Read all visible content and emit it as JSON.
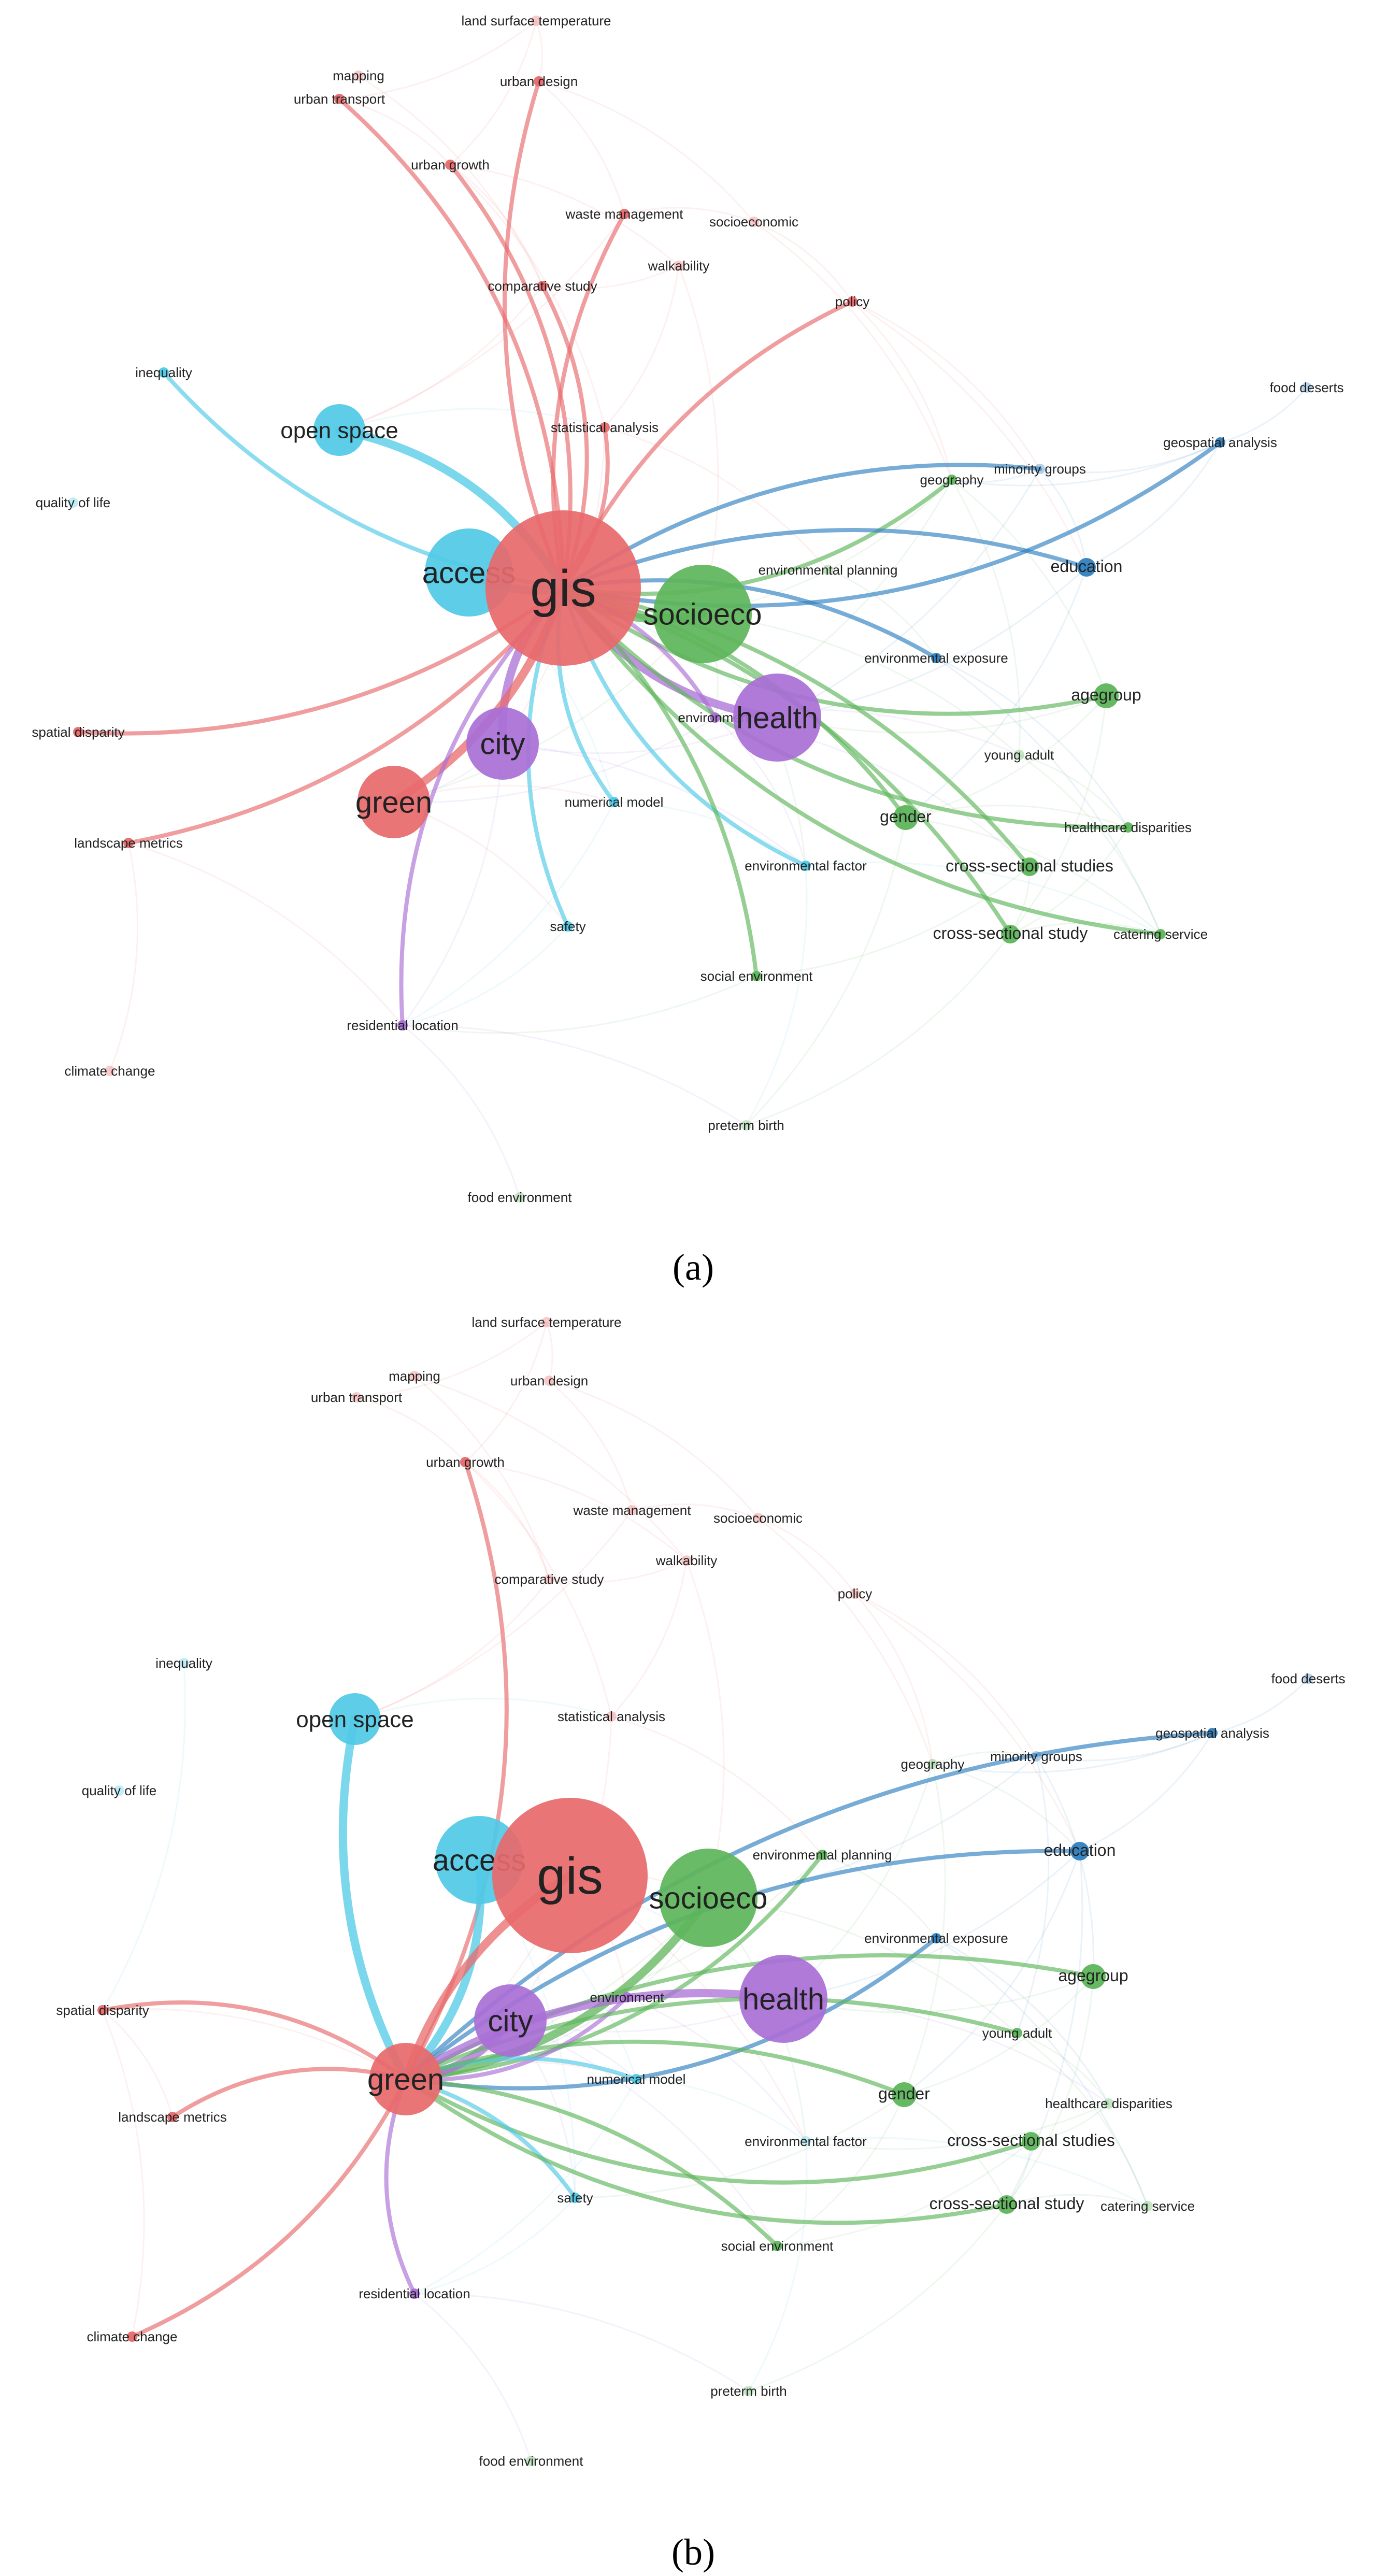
{
  "panels": [
    {
      "id": "a",
      "label": "(a)",
      "focus_node": "gis",
      "nodes": [
        {
          "id": "land_surface_temperature",
          "label": "land surface temperature",
          "cluster": "red",
          "weight": 1,
          "faded": true
        },
        {
          "id": "mapping",
          "label": "mapping",
          "cluster": "red",
          "weight": 1,
          "faded": true
        },
        {
          "id": "urban_design",
          "label": "urban design",
          "cluster": "red",
          "weight": 2
        },
        {
          "id": "urban_transport",
          "label": "urban transport",
          "cluster": "red",
          "weight": 2
        },
        {
          "id": "urban_growth",
          "label": "urban growth",
          "cluster": "red",
          "weight": 2
        },
        {
          "id": "waste_management",
          "label": "waste management",
          "cluster": "red",
          "weight": 2
        },
        {
          "id": "socioeconomic",
          "label": "socioeconomic",
          "cluster": "red",
          "weight": 1,
          "faded": true
        },
        {
          "id": "walkability",
          "label": "walkability",
          "cluster": "red",
          "weight": 1,
          "faded": true
        },
        {
          "id": "comparative_study",
          "label": "comparative study",
          "cluster": "red",
          "weight": 2
        },
        {
          "id": "policy",
          "label": "policy",
          "cluster": "red",
          "weight": 2
        },
        {
          "id": "inequality",
          "label": "inequality",
          "cluster": "cyan",
          "weight": 2
        },
        {
          "id": "food_deserts",
          "label": "food deserts",
          "cluster": "blue",
          "weight": 1,
          "faded": true
        },
        {
          "id": "geospatial_analysis",
          "label": "geospatial analysis",
          "cluster": "blue",
          "weight": 2
        },
        {
          "id": "open_space",
          "label": "open space",
          "cluster": "cyan",
          "weight": 6
        },
        {
          "id": "statistical_analysis",
          "label": "statistical analysis",
          "cluster": "red",
          "weight": 2
        },
        {
          "id": "minority_groups",
          "label": "minority groups",
          "cluster": "blue",
          "weight": 2,
          "faded": true
        },
        {
          "id": "geography",
          "label": "geography",
          "cluster": "green",
          "weight": 2
        },
        {
          "id": "quality_of_life",
          "label": "quality of life",
          "cluster": "cyan",
          "weight": 1,
          "faded": true
        },
        {
          "id": "access",
          "label": "access",
          "cluster": "cyan",
          "weight": 10
        },
        {
          "id": "gis",
          "label": "gis",
          "cluster": "red",
          "weight": 22
        },
        {
          "id": "environmental_planning",
          "label": "environmental planning",
          "cluster": "green",
          "weight": 1,
          "faded": true
        },
        {
          "id": "education",
          "label": "education",
          "cluster": "blue",
          "weight": 3
        },
        {
          "id": "socioeco",
          "label": "socioeco",
          "cluster": "green",
          "weight": 13
        },
        {
          "id": "environmental_exposure",
          "label": "environmental exposure",
          "cluster": "blue",
          "weight": 2
        },
        {
          "id": "agegroup",
          "label": "agegroup",
          "cluster": "green",
          "weight": 4
        },
        {
          "id": "environment",
          "label": "environment",
          "cluster": "purple",
          "weight": 2
        },
        {
          "id": "health",
          "label": "health",
          "cluster": "purple",
          "weight": 11
        },
        {
          "id": "spatial_disparity",
          "label": "spatial disparity",
          "cluster": "red",
          "weight": 2
        },
        {
          "id": "city",
          "label": "city",
          "cluster": "purple",
          "weight": 9
        },
        {
          "id": "young_adult",
          "label": "young adult",
          "cluster": "green",
          "weight": 1,
          "faded": true
        },
        {
          "id": "green",
          "label": "green",
          "cluster": "red",
          "weight": 9
        },
        {
          "id": "numerical_model",
          "label": "numerical model",
          "cluster": "cyan",
          "weight": 2
        },
        {
          "id": "gender",
          "label": "gender",
          "cluster": "green",
          "weight": 4
        },
        {
          "id": "healthcare_disparities",
          "label": "healthcare disparities",
          "cluster": "green",
          "weight": 2
        },
        {
          "id": "landscape_metrics",
          "label": "landscape metrics",
          "cluster": "red",
          "weight": 2
        },
        {
          "id": "environmental_factor",
          "label": "environmental factor",
          "cluster": "cyan",
          "weight": 2
        },
        {
          "id": "cross_sectional_studies",
          "label": "cross-sectional studies",
          "cluster": "green",
          "weight": 3
        },
        {
          "id": "safety",
          "label": "safety",
          "cluster": "cyan",
          "weight": 2
        },
        {
          "id": "cross_sectional_study",
          "label": "cross-sectional study",
          "cluster": "green",
          "weight": 3
        },
        {
          "id": "catering_service",
          "label": "catering service",
          "cluster": "green",
          "weight": 2
        },
        {
          "id": "social_environment",
          "label": "social environment",
          "cluster": "green",
          "weight": 2
        },
        {
          "id": "residential_location",
          "label": "residential location",
          "cluster": "purple",
          "weight": 2
        },
        {
          "id": "climate_change",
          "label": "climate change",
          "cluster": "red",
          "weight": 1,
          "faded": true
        },
        {
          "id": "preterm_birth",
          "label": "preterm birth",
          "cluster": "green",
          "weight": 1,
          "faded": true
        },
        {
          "id": "food_environment",
          "label": "food environment",
          "cluster": "green",
          "weight": 1,
          "faded": true
        }
      ],
      "links": [
        {
          "source": "gis",
          "target": "urban_transport"
        },
        {
          "source": "gis",
          "target": "urban_design"
        },
        {
          "source": "gis",
          "target": "urban_growth"
        },
        {
          "source": "gis",
          "target": "waste_management"
        },
        {
          "source": "gis",
          "target": "comparative_study"
        },
        {
          "source": "gis",
          "target": "policy"
        },
        {
          "source": "gis",
          "target": "statistical_analysis"
        },
        {
          "source": "gis",
          "target": "inequality"
        },
        {
          "source": "gis",
          "target": "open_space"
        },
        {
          "source": "gis",
          "target": "access"
        },
        {
          "source": "gis",
          "target": "geospatial_analysis"
        },
        {
          "source": "gis",
          "target": "minority_groups"
        },
        {
          "source": "gis",
          "target": "geography"
        },
        {
          "source": "gis",
          "target": "education"
        },
        {
          "source": "gis",
          "target": "socioeco"
        },
        {
          "source": "gis",
          "target": "environmental_exposure"
        },
        {
          "source": "gis",
          "target": "agegroup"
        },
        {
          "source": "gis",
          "target": "environment"
        },
        {
          "source": "gis",
          "target": "health"
        },
        {
          "source": "gis",
          "target": "spatial_disparity"
        },
        {
          "source": "gis",
          "target": "city"
        },
        {
          "source": "gis",
          "target": "green"
        },
        {
          "source": "gis",
          "target": "numerical_model"
        },
        {
          "source": "gis",
          "target": "gender"
        },
        {
          "source": "gis",
          "target": "healthcare_disparities"
        },
        {
          "source": "gis",
          "target": "landscape_metrics"
        },
        {
          "source": "gis",
          "target": "environmental_factor"
        },
        {
          "source": "gis",
          "target": "cross_sectional_studies"
        },
        {
          "source": "gis",
          "target": "safety"
        },
        {
          "source": "gis",
          "target": "cross_sectional_study"
        },
        {
          "source": "gis",
          "target": "catering_service"
        },
        {
          "source": "gis",
          "target": "social_environment"
        },
        {
          "source": "gis",
          "target": "residential_location"
        }
      ]
    },
    {
      "id": "b",
      "label": "(b)",
      "focus_node": "green",
      "nodes": [
        {
          "id": "land_surface_temperature",
          "label": "land surface temperature",
          "cluster": "red",
          "weight": 1,
          "faded": true
        },
        {
          "id": "mapping",
          "label": "mapping",
          "cluster": "red",
          "weight": 1,
          "faded": true
        },
        {
          "id": "urban_design",
          "label": "urban design",
          "cluster": "red",
          "weight": 1,
          "faded": true
        },
        {
          "id": "urban_transport",
          "label": "urban transport",
          "cluster": "red",
          "weight": 1,
          "faded": true
        },
        {
          "id": "urban_growth",
          "label": "urban growth",
          "cluster": "red",
          "weight": 2
        },
        {
          "id": "waste_management",
          "label": "waste management",
          "cluster": "red",
          "weight": 1,
          "faded": true
        },
        {
          "id": "socioeconomic",
          "label": "socioeconomic",
          "cluster": "red",
          "weight": 1,
          "faded": true
        },
        {
          "id": "walkability",
          "label": "walkability",
          "cluster": "red",
          "weight": 1,
          "faded": true
        },
        {
          "id": "comparative_study",
          "label": "comparative study",
          "cluster": "red",
          "weight": 1,
          "faded": true
        },
        {
          "id": "policy",
          "label": "policy",
          "cluster": "red",
          "weight": 1,
          "faded": true
        },
        {
          "id": "inequality",
          "label": "inequality",
          "cluster": "cyan",
          "weight": 1,
          "faded": true
        },
        {
          "id": "food_deserts",
          "label": "food deserts",
          "cluster": "blue",
          "weight": 1,
          "faded": true
        },
        {
          "id": "geospatial_analysis",
          "label": "geospatial analysis",
          "cluster": "blue",
          "weight": 2
        },
        {
          "id": "open_space",
          "label": "open space",
          "cluster": "cyan",
          "weight": 6
        },
        {
          "id": "statistical_analysis",
          "label": "statistical analysis",
          "cluster": "red",
          "weight": 1,
          "faded": true
        },
        {
          "id": "geography",
          "label": "geography",
          "cluster": "green",
          "weight": 1,
          "faded": true
        },
        {
          "id": "minority_groups",
          "label": "minority groups",
          "cluster": "blue",
          "weight": 1,
          "faded": true
        },
        {
          "id": "quality_of_life",
          "label": "quality of life",
          "cluster": "cyan",
          "weight": 1,
          "faded": true
        },
        {
          "id": "access",
          "label": "access",
          "cluster": "cyan",
          "weight": 10
        },
        {
          "id": "gis",
          "label": "gis",
          "cluster": "red",
          "weight": 22
        },
        {
          "id": "environmental_planning",
          "label": "environmental planning",
          "cluster": "green",
          "weight": 2
        },
        {
          "id": "education",
          "label": "education",
          "cluster": "blue",
          "weight": 3
        },
        {
          "id": "socioeco",
          "label": "socioeco",
          "cluster": "green",
          "weight": 13
        },
        {
          "id": "environmental_exposure",
          "label": "environmental exposure",
          "cluster": "blue",
          "weight": 2
        },
        {
          "id": "agegroup",
          "label": "agegroup",
          "cluster": "green",
          "weight": 4
        },
        {
          "id": "environment",
          "label": "environment",
          "cluster": "purple",
          "weight": 2
        },
        {
          "id": "health",
          "label": "health",
          "cluster": "purple",
          "weight": 11
        },
        {
          "id": "city",
          "label": "city",
          "cluster": "purple",
          "weight": 9
        },
        {
          "id": "spatial_disparity",
          "label": "spatial disparity",
          "cluster": "red",
          "weight": 2
        },
        {
          "id": "young_adult",
          "label": "young adult",
          "cluster": "green",
          "weight": 2
        },
        {
          "id": "green",
          "label": "green",
          "cluster": "red",
          "weight": 9
        },
        {
          "id": "numerical_model",
          "label": "numerical model",
          "cluster": "cyan",
          "weight": 2
        },
        {
          "id": "landscape_metrics",
          "label": "landscape metrics",
          "cluster": "red",
          "weight": 2
        },
        {
          "id": "gender",
          "label": "gender",
          "cluster": "green",
          "weight": 4
        },
        {
          "id": "healthcare_disparities",
          "label": "healthcare disparities",
          "cluster": "green",
          "weight": 1,
          "faded": true
        },
        {
          "id": "environmental_factor",
          "label": "environmental factor",
          "cluster": "cyan",
          "weight": 1,
          "faded": true
        },
        {
          "id": "cross_sectional_studies",
          "label": "cross-sectional studies",
          "cluster": "green",
          "weight": 3
        },
        {
          "id": "safety",
          "label": "safety",
          "cluster": "cyan",
          "weight": 2
        },
        {
          "id": "cross_sectional_study",
          "label": "cross-sectional study",
          "cluster": "green",
          "weight": 3
        },
        {
          "id": "catering_service",
          "label": "catering service",
          "cluster": "green",
          "weight": 1,
          "faded": true
        },
        {
          "id": "social_environment",
          "label": "social environment",
          "cluster": "green",
          "weight": 2
        },
        {
          "id": "residential_location",
          "label": "residential location",
          "cluster": "purple",
          "weight": 2
        },
        {
          "id": "climate_change",
          "label": "climate change",
          "cluster": "red",
          "weight": 2
        },
        {
          "id": "preterm_birth",
          "label": "preterm birth",
          "cluster": "green",
          "weight": 1,
          "faded": true
        },
        {
          "id": "food_environment",
          "label": "food environment",
          "cluster": "green",
          "weight": 1,
          "faded": true
        }
      ],
      "links": [
        {
          "source": "green",
          "target": "urban_growth"
        },
        {
          "source": "green",
          "target": "open_space"
        },
        {
          "source": "green",
          "target": "access"
        },
        {
          "source": "green",
          "target": "gis"
        },
        {
          "source": "green",
          "target": "socioeco"
        },
        {
          "source": "green",
          "target": "geospatial_analysis"
        },
        {
          "source": "green",
          "target": "environmental_planning"
        },
        {
          "source": "green",
          "target": "education"
        },
        {
          "source": "green",
          "target": "environmental_exposure"
        },
        {
          "source": "green",
          "target": "agegroup"
        },
        {
          "source": "green",
          "target": "environment"
        },
        {
          "source": "green",
          "target": "health"
        },
        {
          "source": "green",
          "target": "city"
        },
        {
          "source": "green",
          "target": "young_adult"
        },
        {
          "source": "green",
          "target": "spatial_disparity"
        },
        {
          "source": "green",
          "target": "numerical_model"
        },
        {
          "source": "green",
          "target": "landscape_metrics"
        },
        {
          "source": "green",
          "target": "gender"
        },
        {
          "source": "green",
          "target": "cross_sectional_studies"
        },
        {
          "source": "green",
          "target": "safety"
        },
        {
          "source": "green",
          "target": "cross_sectional_study"
        },
        {
          "source": "green",
          "target": "social_environment"
        },
        {
          "source": "green",
          "target": "residential_location"
        },
        {
          "source": "green",
          "target": "climate_change"
        }
      ]
    }
  ],
  "cluster_colors": {
    "red": "#e8696b",
    "cyan": "#4fc9e6",
    "blue": "#2e7fc0",
    "green": "#5db55a",
    "purple": "#a96fd6",
    "darkgreen": "#17a23a"
  }
}
